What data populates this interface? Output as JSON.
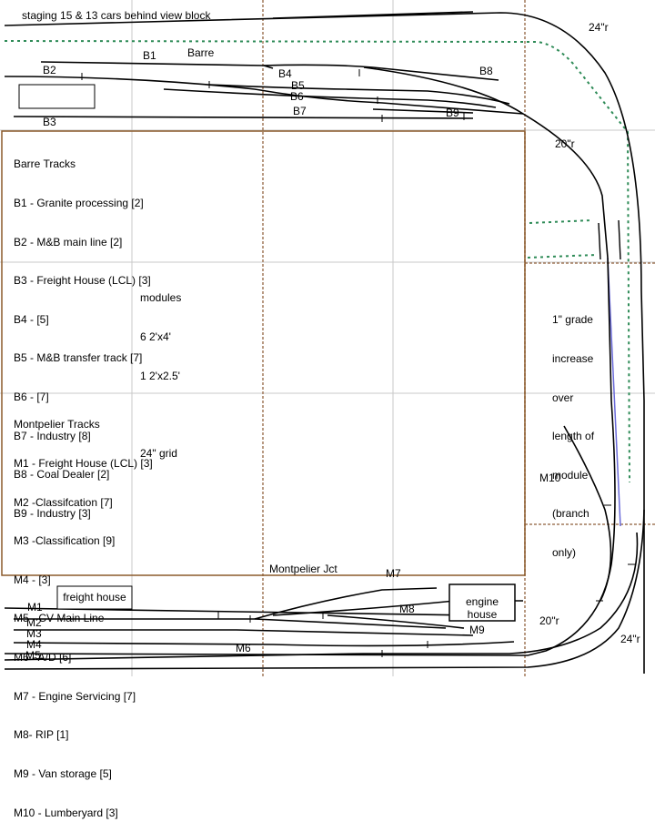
{
  "staging_label": "staging 15 & 13 cars behind view block",
  "radius_top_outer": "24\"r",
  "radius_top_inner": "20\"r",
  "radius_bottom_inner": "20\"r",
  "radius_bottom_outer": "24\"r",
  "barre_label": "Barre",
  "montpelier_jct_label": "Montpelier Jct",
  "barre_track_labels": {
    "b1": "B1",
    "b2": "B2",
    "b3": "B3",
    "b4": "B4",
    "b5": "B5",
    "b6": "B6",
    "b7": "B7",
    "b8": "B8",
    "b9": "B9"
  },
  "montpelier_track_labels": {
    "m1": "M1",
    "m2": "M2",
    "m3": "M3",
    "m4": "M4",
    "m5": "M5",
    "m6": "M6",
    "m7": "M7",
    "m8": "M8",
    "m9": "M9",
    "m10": "M10"
  },
  "barre_list": {
    "title": "Barre Tracks",
    "items": [
      "B1 - Granite processing [2]",
      "B2 - M&B main line [2]",
      "B3 - Freight House (LCL) [3]",
      "B4 -  [5]",
      "B5 - M&B transfer track [7]",
      "B6 -  [7]",
      "B7 - Industry [8]",
      "B8 - Coal Dealer [2]",
      "B9 - Industry [3]"
    ]
  },
  "modules_note": {
    "title": "modules",
    "lines": [
      "6 2'x4'",
      "1 2'x2.5'"
    ],
    "grid": "24\" grid"
  },
  "montpelier_list": {
    "title": "Montpelier Tracks",
    "items": [
      "M1 - Freight House (LCL) [3]",
      "M2 -Classifcation [7]",
      "M3 -Classification [9]",
      "M4 -  [3]",
      "M5 - CV Main Line",
      "M6 - A/D [6]",
      "M7 - Engine Servicing [7]",
      "M8- RIP [1]",
      "M9 - Van storage [5]",
      "M10 - Lumberyard [3]"
    ]
  },
  "grade_note": [
    "1\" grade",
    "increase",
    "over",
    "length of",
    "module",
    "(branch",
    "only)"
  ],
  "freight_house_label": "freight house",
  "engine_house_label": [
    "engine",
    "house"
  ],
  "colors": {
    "grid": "#c8c8c8",
    "module_border": "#8b5a2b",
    "module_joint": "#a0785a",
    "view_block": "#2e8b57",
    "grade": "#6a6ad8",
    "track": "#000000"
  }
}
